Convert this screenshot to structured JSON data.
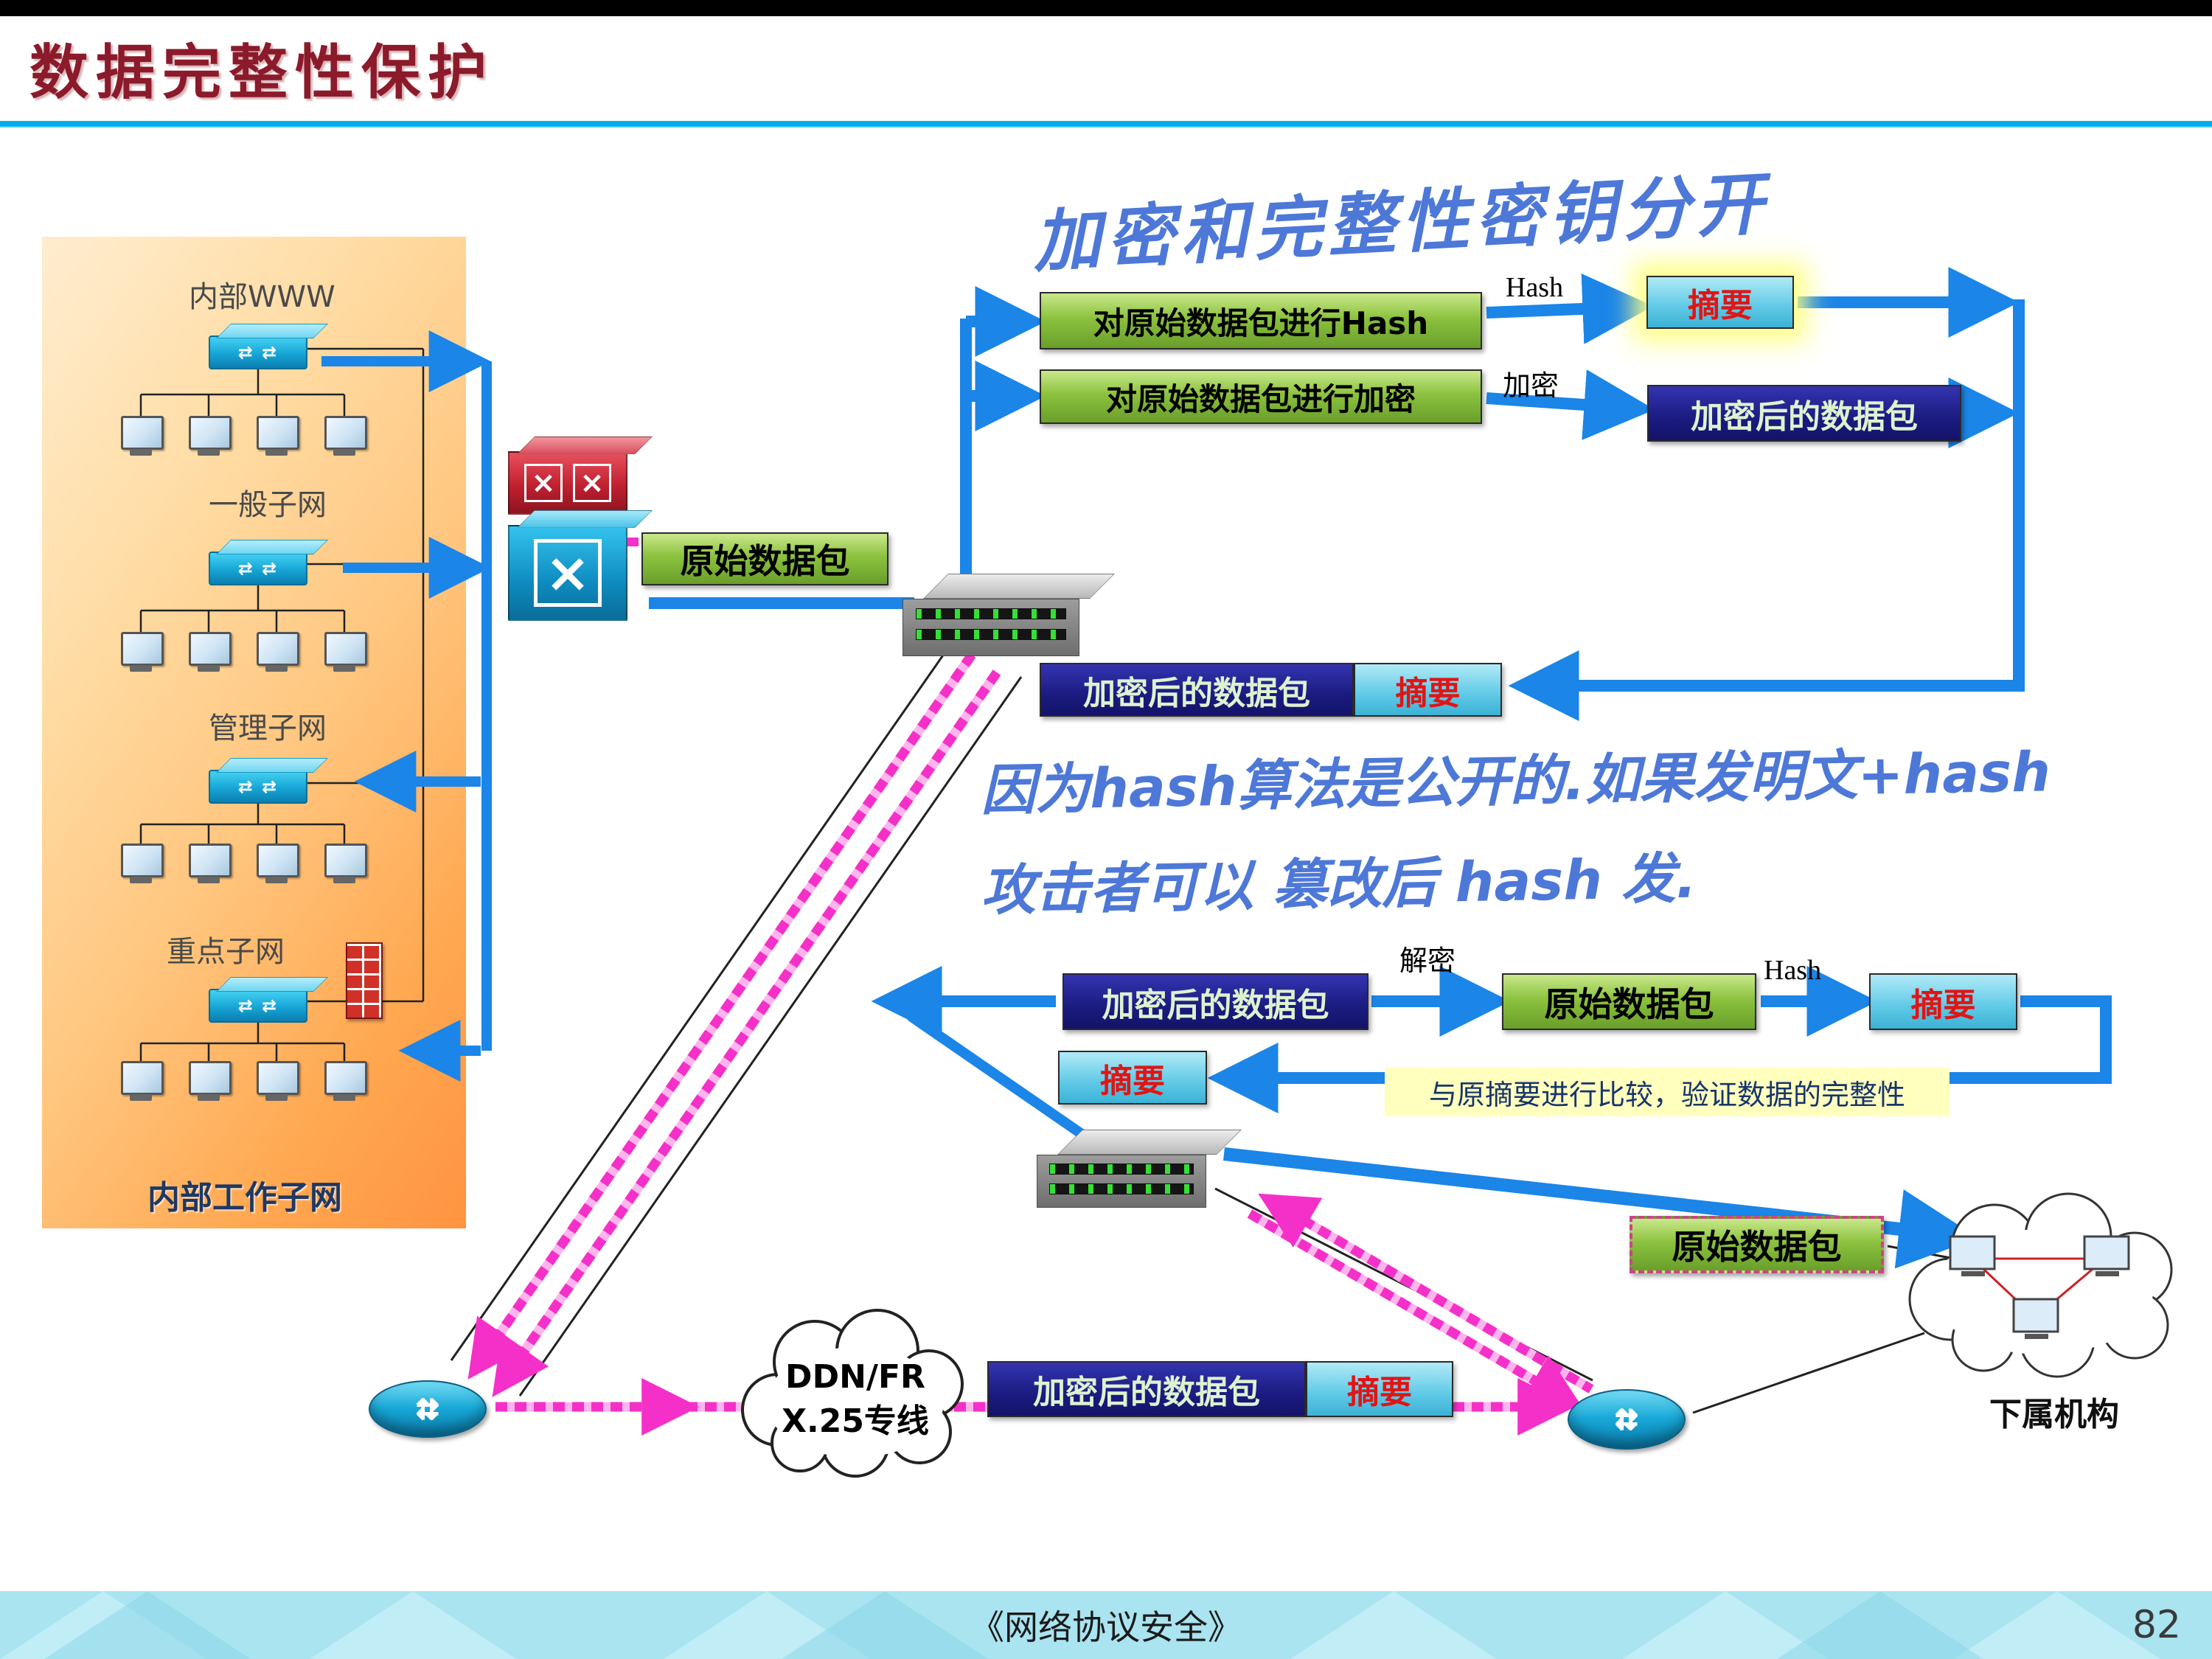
{
  "slide": {
    "title": "数据完整性保护",
    "footer": "《网络协议安全》",
    "page_number": "82"
  },
  "panel": {
    "www_label": "内部WWW",
    "general_label": "一般子网",
    "mgmt_label": "管理子网",
    "key_label": "重点子网",
    "bottom_label": "内部工作子网"
  },
  "flow": {
    "hash_step": "对原始数据包进行Hash",
    "encrypt_step": "对原始数据包进行加密",
    "hash_label": "Hash",
    "encrypt_label": "加密",
    "decrypt_label": "解密",
    "digest_label": "摘要",
    "encrypted_label": "加密后的数据包",
    "original_label": "原始数据包",
    "compare_note": "与原摘要进行比较，验证数据的完整性"
  },
  "annotations": {
    "top": "加密和完整性密钥分开",
    "mid_line1": "因为hash算法是公开的.如果发明文+hash",
    "mid_line2": "攻击者可以 篡改后 hash 发."
  },
  "wan": {
    "cloud_line1": "DDN/FR",
    "cloud_line2": "X.25专线",
    "branch_label": "下属机构"
  },
  "colors": {
    "arrow_blue": "#1b85e8",
    "arrow_pink": "#f530c8",
    "box_green": "#7db832",
    "box_navy": "#1f1f8f",
    "box_cyan": "#55c8e6",
    "accent_line": "#00aeef",
    "title_red": "#8b1a2b"
  }
}
